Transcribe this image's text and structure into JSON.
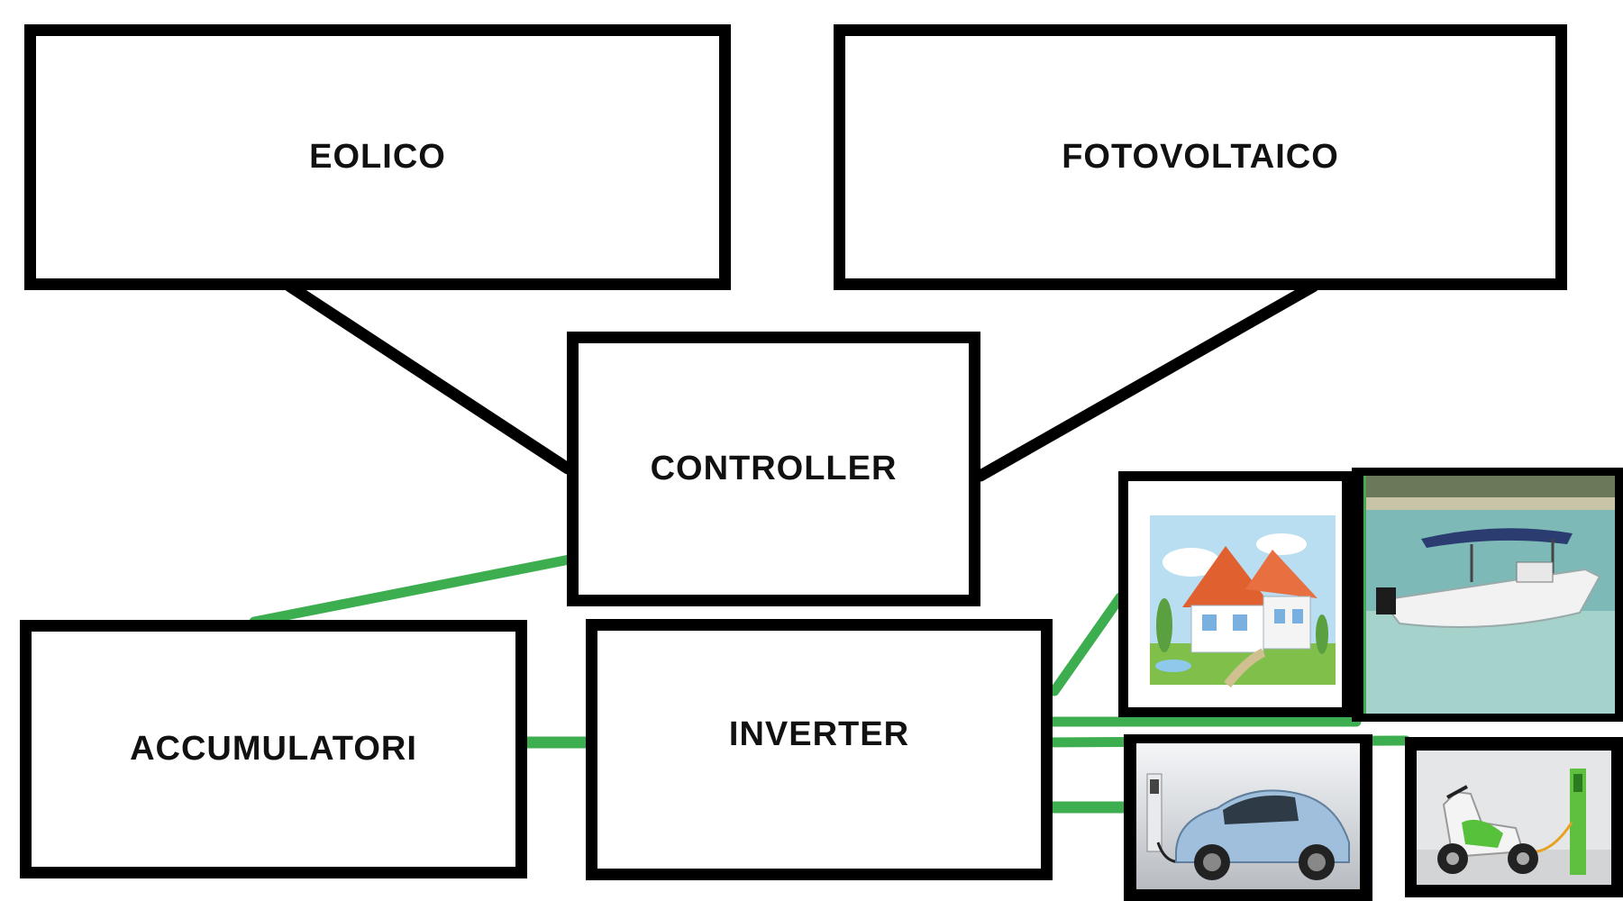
{
  "diagram": {
    "nodes": {
      "eolico": "EOLICO",
      "fotovoltaico": "FOTOVOLTAICO",
      "controller": "CONTROLLER",
      "accumulatori": "ACCUMULATORI",
      "inverter": "INVERTER"
    },
    "loads": [
      {
        "id": "house",
        "icon": "house-photo"
      },
      {
        "id": "boat",
        "icon": "motorboat-photo"
      },
      {
        "id": "car",
        "icon": "electric-car-photo"
      },
      {
        "id": "scooter",
        "icon": "electric-scooter-photo"
      }
    ],
    "connections": [
      {
        "from": "eolico",
        "to": "controller",
        "color": "#000000"
      },
      {
        "from": "fotovoltaico",
        "to": "controller",
        "color": "#000000"
      },
      {
        "from": "controller",
        "to": "accumulatori",
        "color": "#3dae4f"
      },
      {
        "from": "accumulatori",
        "to": "inverter",
        "color": "#3dae4f"
      },
      {
        "from": "inverter",
        "to": "house",
        "color": "#3dae4f"
      },
      {
        "from": "inverter",
        "to": "boat",
        "color": "#3dae4f"
      },
      {
        "from": "inverter",
        "to": "scooter",
        "color": "#3dae4f"
      },
      {
        "from": "inverter",
        "to": "car",
        "color": "#3dae4f"
      }
    ]
  },
  "colors": {
    "border": "#000000",
    "green_link": "#3dae4f",
    "black_link": "#000000"
  }
}
